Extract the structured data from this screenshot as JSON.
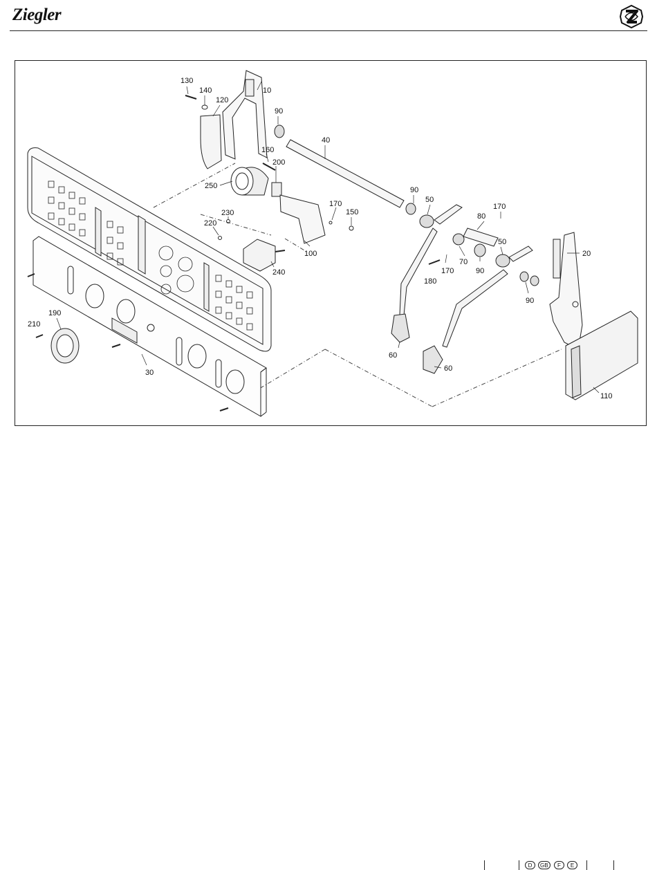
{
  "header": {
    "brand": "Ziegler",
    "emblem_icon": "ziegler-emblem-icon"
  },
  "diagram": {
    "callouts": [
      {
        "id": "c10",
        "text": "10"
      },
      {
        "id": "c20",
        "text": "20"
      },
      {
        "id": "c30",
        "text": "30"
      },
      {
        "id": "c40",
        "text": "40"
      },
      {
        "id": "c50a",
        "text": "50"
      },
      {
        "id": "c50b",
        "text": "50"
      },
      {
        "id": "c60a",
        "text": "60"
      },
      {
        "id": "c60b",
        "text": "60"
      },
      {
        "id": "c70",
        "text": "70"
      },
      {
        "id": "c80",
        "text": "80"
      },
      {
        "id": "c90a",
        "text": "90"
      },
      {
        "id": "c90b",
        "text": "90"
      },
      {
        "id": "c90c",
        "text": "90"
      },
      {
        "id": "c90d",
        "text": "90"
      },
      {
        "id": "c100",
        "text": "100"
      },
      {
        "id": "c110",
        "text": "110"
      },
      {
        "id": "c120",
        "text": "120"
      },
      {
        "id": "c130",
        "text": "130"
      },
      {
        "id": "c140",
        "text": "140"
      },
      {
        "id": "c150",
        "text": "150"
      },
      {
        "id": "c160",
        "text": "160"
      },
      {
        "id": "c170a",
        "text": "170"
      },
      {
        "id": "c170b",
        "text": "170"
      },
      {
        "id": "c170c",
        "text": "170"
      },
      {
        "id": "c180",
        "text": "180"
      },
      {
        "id": "c190",
        "text": "190"
      },
      {
        "id": "c200",
        "text": "200"
      },
      {
        "id": "c210",
        "text": "210"
      },
      {
        "id": "c220",
        "text": "220"
      },
      {
        "id": "c230",
        "text": "230"
      },
      {
        "id": "c240",
        "text": "240"
      },
      {
        "id": "c250",
        "text": "250"
      }
    ]
  },
  "footer": {
    "languages": [
      "D",
      "GB",
      "F",
      "E"
    ]
  }
}
